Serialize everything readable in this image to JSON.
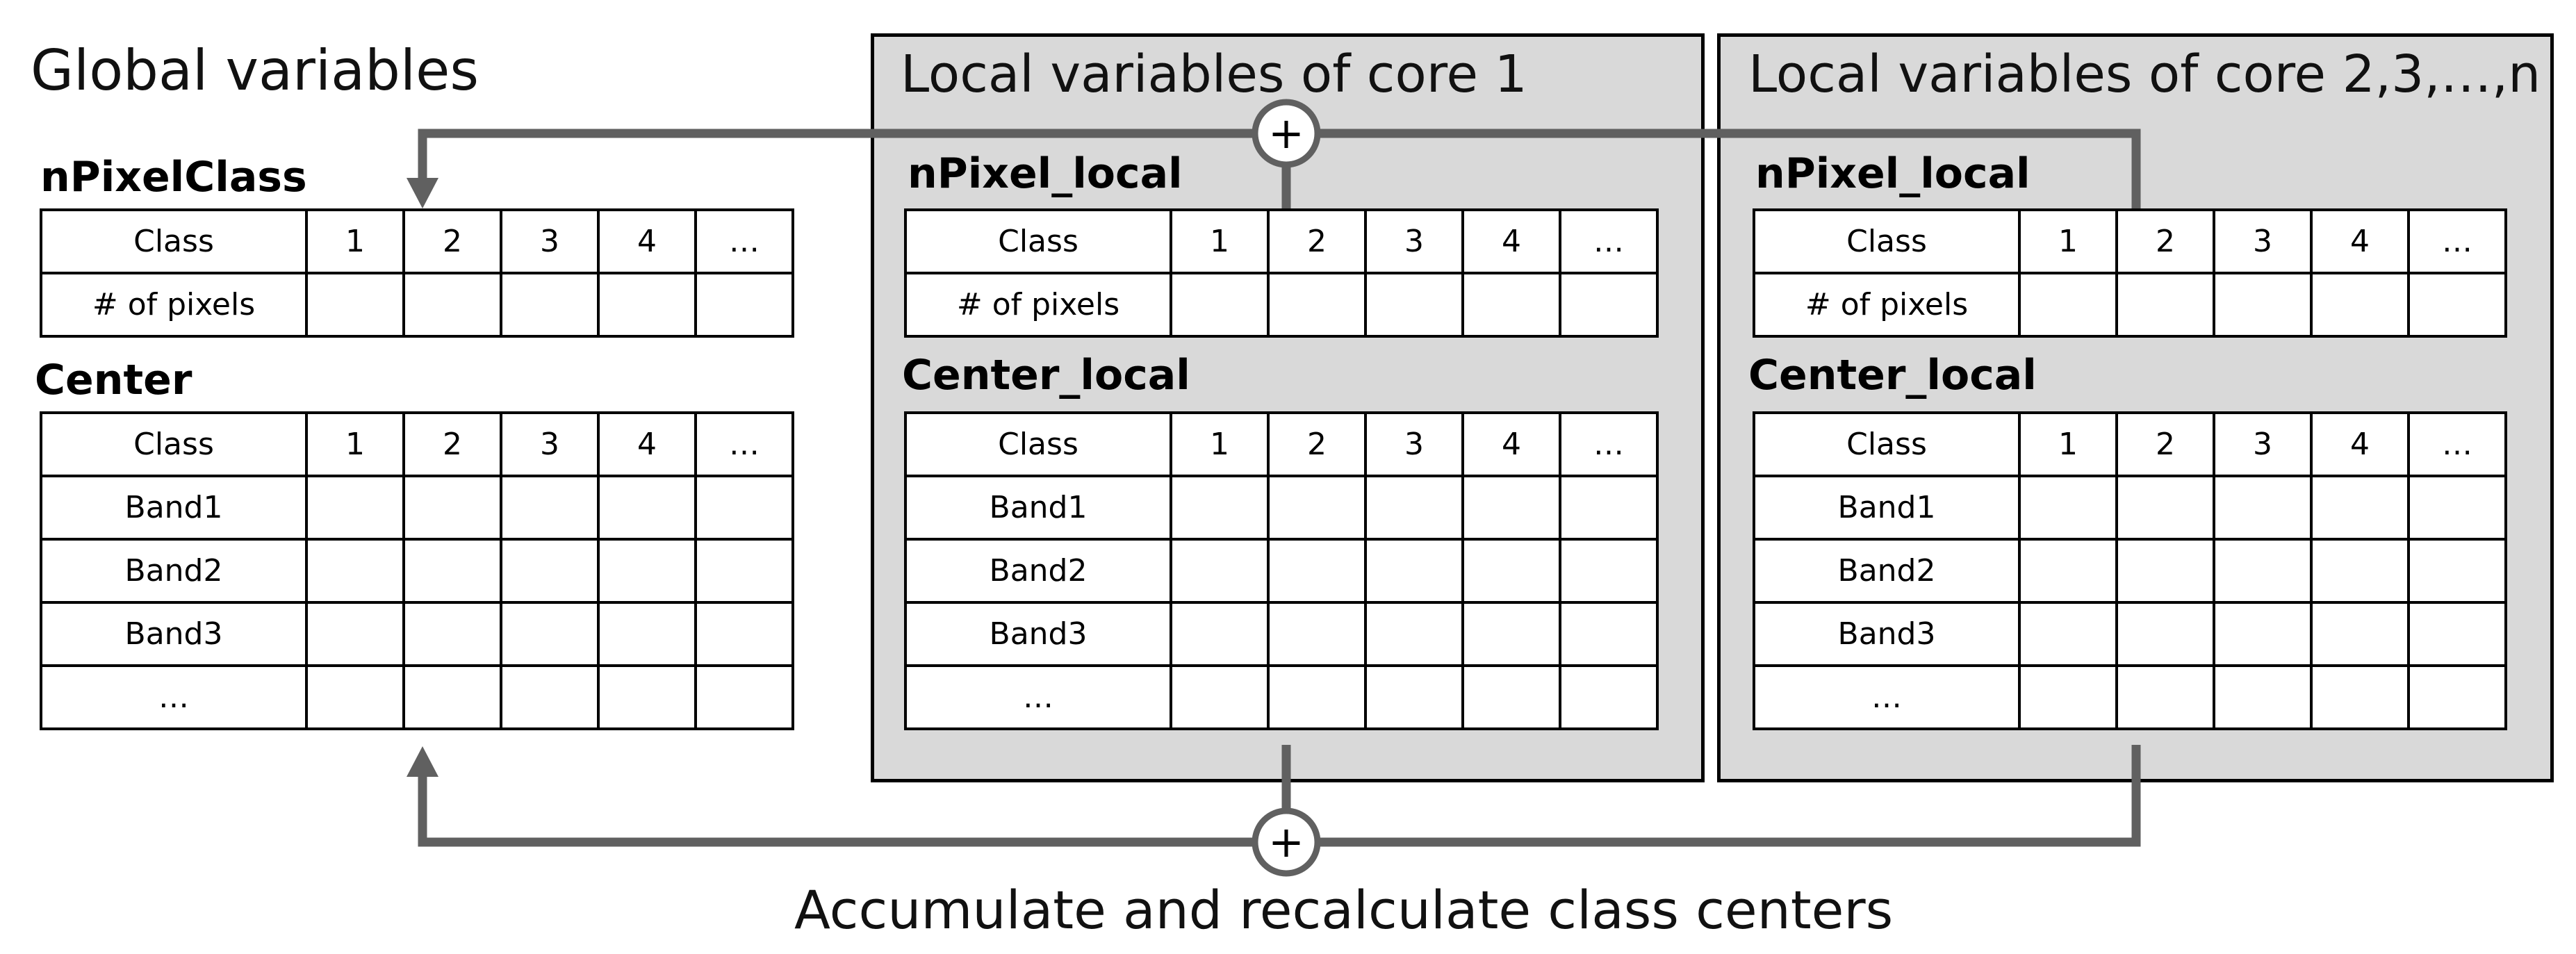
{
  "global": {
    "title": "Global variables",
    "npixel_label": "nPixelClass",
    "center_label": "Center"
  },
  "core1": {
    "title": "Local variables of core 1",
    "npixel_label": "nPixel_local",
    "center_label": "Center_local"
  },
  "coren": {
    "title": "Local variables of core 2,3,…,n",
    "npixel_label": "nPixel_local",
    "center_label": "Center_local"
  },
  "table": {
    "class_header": "Class",
    "class_ids": [
      "1",
      "2",
      "3",
      "4",
      "…"
    ],
    "pixels_row": "# of pixels",
    "bands": [
      "Band1",
      "Band2",
      "Band3",
      "…"
    ]
  },
  "operators": {
    "sum": "+"
  },
  "caption": "Accumulate and recalculate class centers",
  "colors": {
    "panel": "#d9d9d9",
    "arrow": "#606060",
    "border": "#000000"
  }
}
